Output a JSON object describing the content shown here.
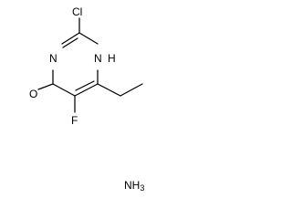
{
  "molecule": {
    "atoms": {
      "cl": "Cl",
      "n_top": "N",
      "h_top": "H",
      "n_left": "N",
      "o": "O",
      "f": "F"
    },
    "counterion": {
      "symbol": "NH",
      "subscript": "3"
    }
  },
  "colors": {
    "ink": "#000000",
    "background": "#ffffff"
  }
}
